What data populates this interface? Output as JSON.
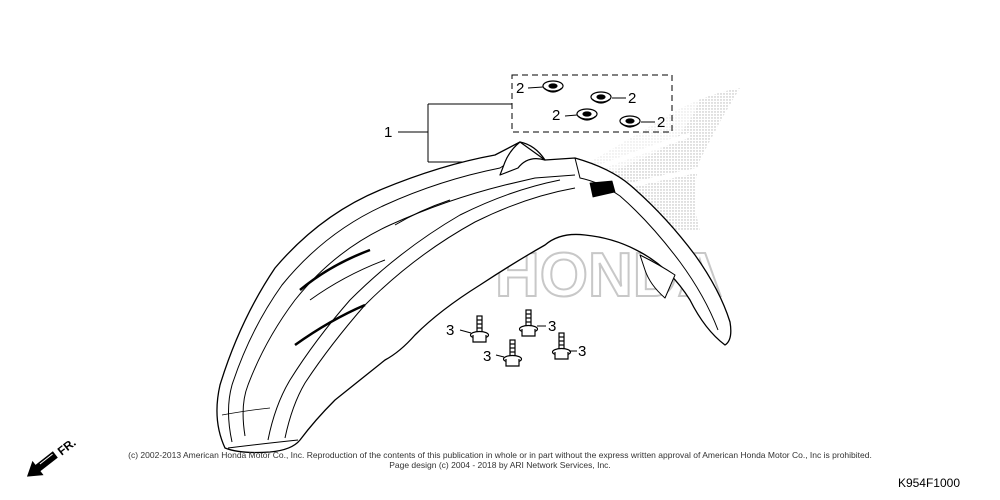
{
  "callouts": {
    "fender_assembly": "1",
    "grommet": "2",
    "bolt": "3"
  },
  "direction_label": "FR.",
  "watermark_text": "HONDA",
  "copyright": {
    "line1": "(c) 2002-2013 American Honda Motor Co., Inc. Reproduction of the contents of this publication in whole or in part without the express written approval of American Honda Motor Co., Inc is prohibited.",
    "line2": "Page design (c) 2004 - 2018 by ARI Network Services, Inc."
  },
  "diagram_code": "K954F1000",
  "colors": {
    "line": "#000000",
    "watermark": "#c8c8c8",
    "background": "#ffffff"
  }
}
